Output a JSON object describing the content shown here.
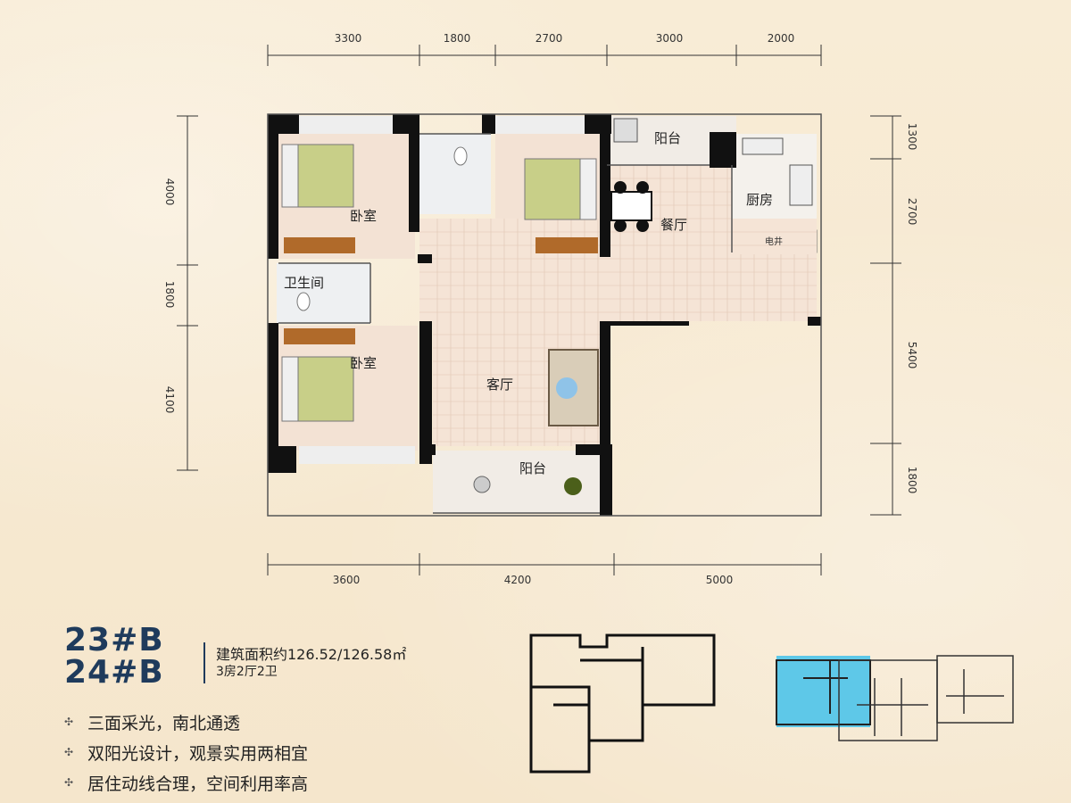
{
  "dimensions": {
    "top": [
      "3300",
      "1800",
      "2700",
      "3000",
      "2000"
    ],
    "bottom": [
      "3600",
      "4200",
      "5000"
    ],
    "left": [
      "4000",
      "1800",
      "4100"
    ],
    "right": [
      "1300",
      "2700",
      "5400",
      "1800"
    ]
  },
  "rooms": {
    "bedroom_top": "卧室",
    "bedroom_bottom": "卧室",
    "bathroom": "卫生间",
    "balcony_top": "阳台",
    "dining": "餐厅",
    "kitchen": "厨房",
    "shaft": "电井",
    "living": "客厅",
    "balcony_bottom": "阳台"
  },
  "units": [
    "23#B",
    "24#B"
  ],
  "area": "建筑面积约126.52/126.58㎡",
  "layout": "3房2厅2卫",
  "features": [
    "三面采光，南北通透",
    "双阳光设计，观景实用两相宜",
    "居住动线合理，空间利用率高"
  ],
  "colors": {
    "highlight": "#5ec8e8",
    "wall": "#111111",
    "floor": "#f6e4d2",
    "title": "#1f3b5c"
  }
}
